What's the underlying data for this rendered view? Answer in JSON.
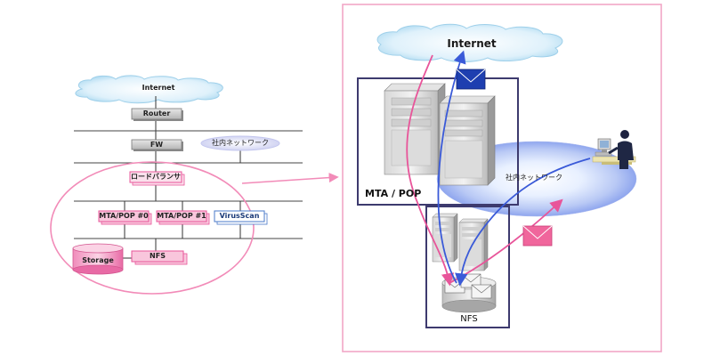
{
  "overview": {
    "internet_label": "Internet",
    "router_label": "Router",
    "fw_label": "FW",
    "intranet_label": "社内ネットワーク",
    "load_balancer_label": "ロードバランサ",
    "mta0_label": "MTA/POP #0",
    "mta1_label": "MTA/POP #1",
    "virusscan_label": "VirusScan",
    "storage_label": "Storage",
    "nfs_label": "NFS"
  },
  "detail": {
    "internet_label": "Internet",
    "mta_pop_label": "MTA / POP",
    "intranet_label": "社内ネットワーク",
    "nfs_label": "NFS"
  },
  "colors": {
    "pink": "#e8559a",
    "blue": "#3a5ad8",
    "navy": "#3d3a6e",
    "gray_box": "#c9c9c9",
    "pink_box": "#f48cbc"
  }
}
